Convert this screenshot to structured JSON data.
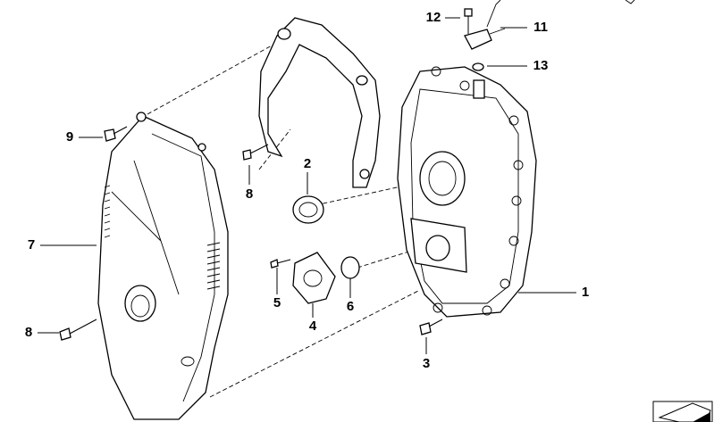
{
  "diagram": {
    "callouts": [
      {
        "id": "1",
        "label": "1"
      },
      {
        "id": "2",
        "label": "2"
      },
      {
        "id": "3",
        "label": "3"
      },
      {
        "id": "4",
        "label": "4"
      },
      {
        "id": "5",
        "label": "5"
      },
      {
        "id": "6",
        "label": "6"
      },
      {
        "id": "7",
        "label": "7"
      },
      {
        "id": "8a",
        "label": "8"
      },
      {
        "id": "8b",
        "label": "8"
      },
      {
        "id": "9",
        "label": "9"
      },
      {
        "id": "11",
        "label": "11"
      },
      {
        "id": "12",
        "label": "12"
      },
      {
        "id": "13",
        "label": "13"
      }
    ]
  }
}
